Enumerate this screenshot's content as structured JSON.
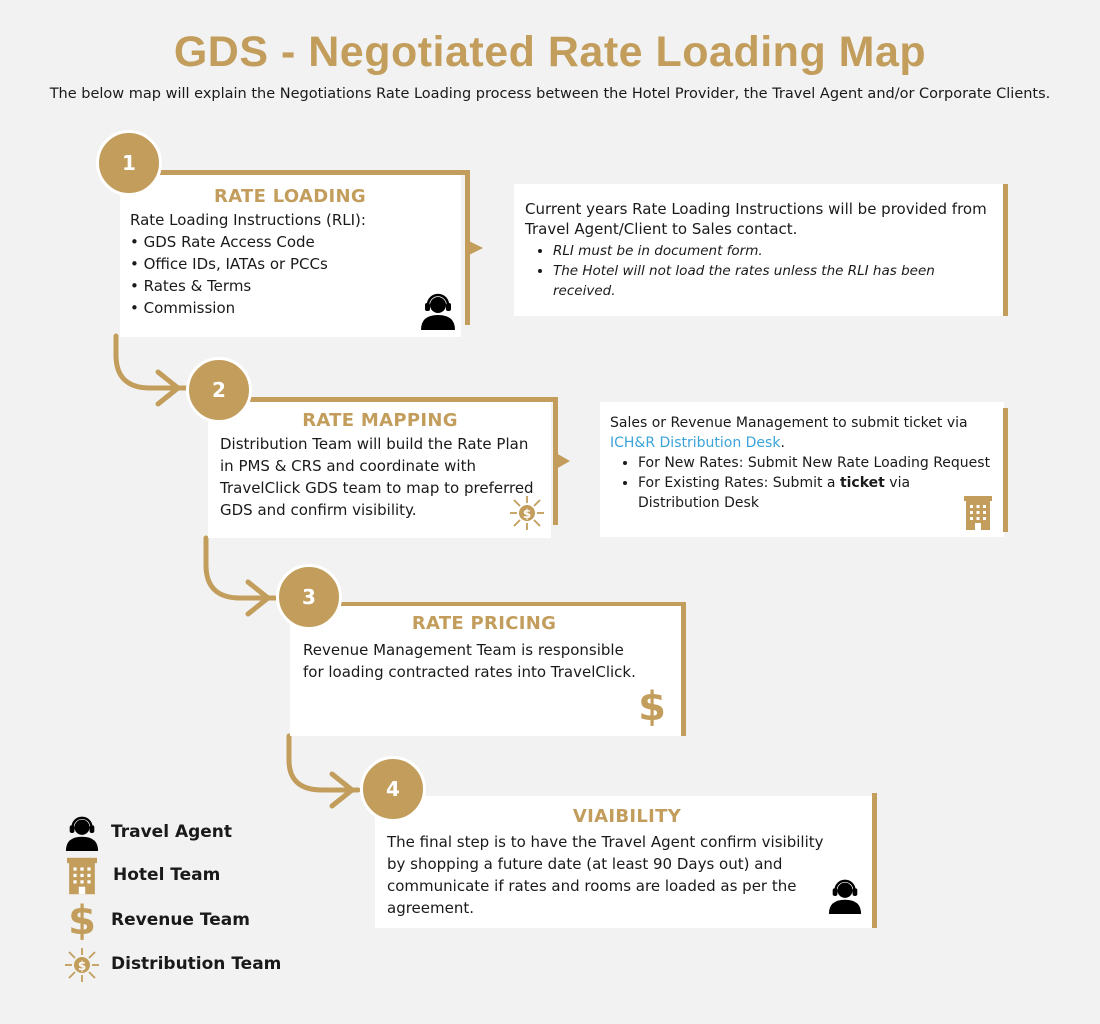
{
  "header": {
    "title": "GDS - Negotiated Rate Loading Map",
    "subtitle": "The below map will explain the Negotiations Rate Loading process between the Hotel Provider, the Travel Agent and/or Corporate Clients."
  },
  "steps": [
    {
      "number": "1",
      "title": "RATE LOADING",
      "intro": "Rate Loading Instructions (RLI):",
      "bullets": [
        "GDS Rate Access Code",
        "Office IDs, IATAs or PCCs",
        "Rates & Terms",
        "Commission"
      ],
      "icon": "travel-agent-icon"
    },
    {
      "number": "2",
      "title": "RATE MAPPING",
      "text": "Distribution Team will build the Rate Plan in PMS & CRS and coordinate with TravelClick GDS team to map to preferred GDS and confirm visibility.",
      "icon": "distribution-icon"
    },
    {
      "number": "3",
      "title": "RATE PRICING",
      "text": "Revenue Management Team is responsible for loading contracted rates into TravelClick.",
      "icon": "revenue-icon"
    },
    {
      "number": "4",
      "title": "VIAIBILITY",
      "text": "The final step is to have the Travel Agent confirm visibility by shopping a future date (at least 90 Days out) and communicate if rates and rooms are loaded as per the agreement.",
      "icon": "travel-agent-icon"
    }
  ],
  "notes": {
    "rli": {
      "text": "Current years Rate Loading Instructions will be provided from Travel Agent/Client to Sales contact.",
      "bullets": [
        "RLI must be in document form.",
        "The Hotel will not load the rates unless the RLI has been received."
      ]
    },
    "mapping": {
      "text": "Sales or Revenue Management to submit ticket via",
      "link": "ICH&R Distribution Desk",
      "after_link": ".",
      "bullet1": "For New Rates: Submit New Rate Loading Request",
      "bullet2_prefix": "For Existing Rates: Submit a ",
      "bullet2_bold": "ticket",
      "bullet2_suffix": " via Distribution Desk",
      "icon": "hotel-icon"
    }
  },
  "legend": [
    {
      "label": "Travel Agent",
      "icon": "travel-agent-icon"
    },
    {
      "label": "Hotel Team",
      "icon": "hotel-icon"
    },
    {
      "label": "Revenue Team",
      "icon": "revenue-icon"
    },
    {
      "label": "Distribution Team",
      "icon": "distribution-icon"
    }
  ],
  "colors": {
    "accent": "#c29d5c",
    "link": "#3aa3d9",
    "background": "#f1f2f1"
  }
}
